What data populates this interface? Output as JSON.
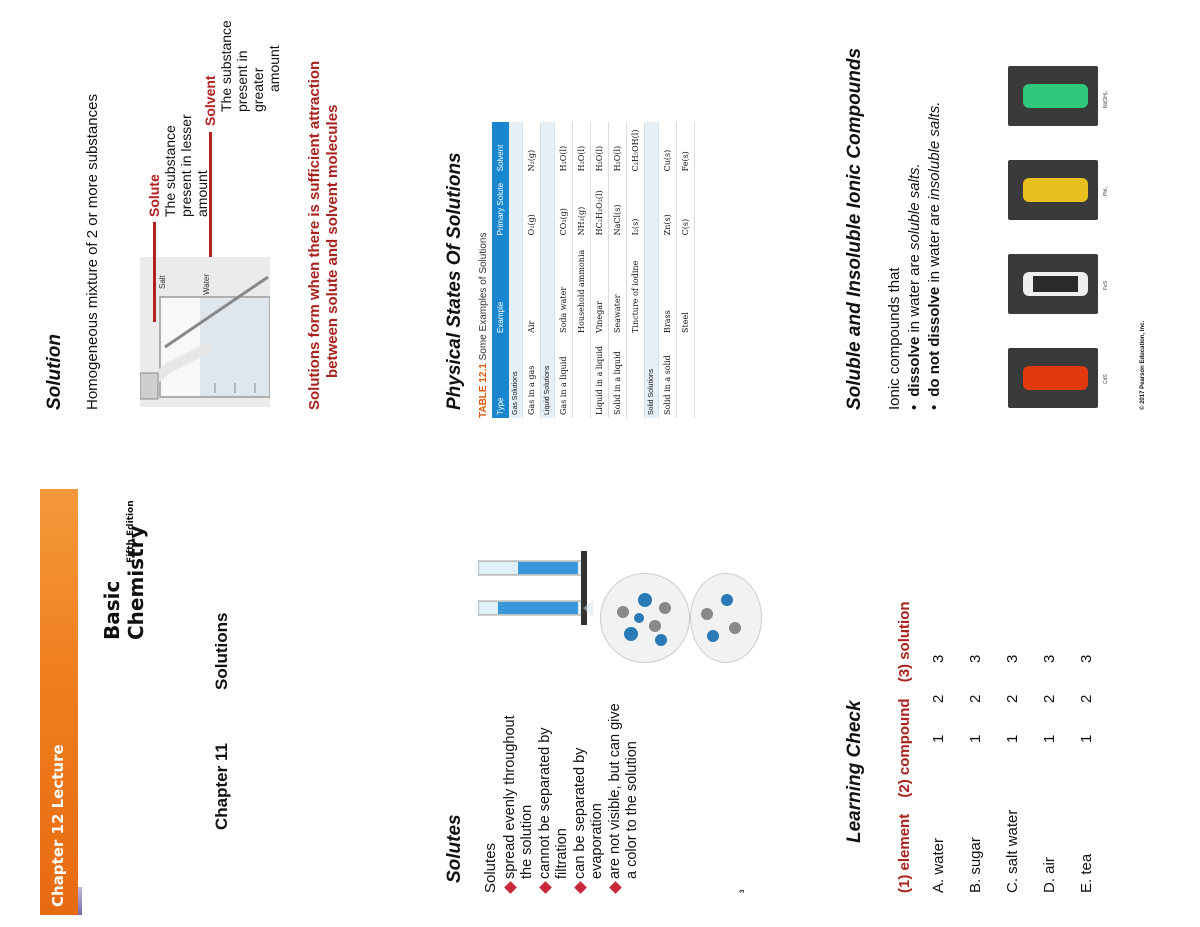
{
  "slide1": {
    "bar_label": "Chapter 12 Lecture",
    "book_title": "Basic Chemistry",
    "edition": "Fifth Edition",
    "chapter": "Chapter 11",
    "chapter_title": "Solutions"
  },
  "slide2": {
    "title": "Solution",
    "definition": "Homogeneous mixture of 2 or more substances",
    "image_labels": {
      "top": "Salt",
      "bottom": "Water"
    },
    "solute": {
      "term": "Solute",
      "desc": [
        "The substance",
        "present in lesser",
        "amount"
      ]
    },
    "solvent": {
      "term": "Solvent",
      "desc": [
        "The substance",
        "present in greater",
        "amount"
      ]
    },
    "note_lines": [
      "Solutions form when there is sufficient attraction",
      "between solute and solvent molecules"
    ]
  },
  "slide3": {
    "title": "Solutes",
    "lead": "Solutes",
    "bullets": [
      "spread evenly throughout the solution",
      "cannot be separated by filtration",
      "can be separated by evaporation",
      "are not visible, but can give a color to the solution"
    ],
    "page_number": "3"
  },
  "slide4": {
    "title": "Physical States Of Solutions",
    "table_label": "TABLE 12.1",
    "table_caption": "Some Examples of Solutions",
    "headers": [
      "Type",
      "Example",
      "Primary Solute",
      "Solvent"
    ],
    "sections": [
      {
        "name": "Gas Solutions",
        "rows": [
          [
            "Gas in a gas",
            "Air",
            "O₂(g)",
            "N₂(g)"
          ]
        ]
      },
      {
        "name": "Liquid Solutions",
        "rows": [
          [
            "Gas in a liquid",
            "Soda water",
            "CO₂(g)",
            "H₂O(l)"
          ],
          [
            "",
            "Household ammonia",
            "NH₃(g)",
            "H₂O(l)"
          ],
          [
            "Liquid in a liquid",
            "Vinegar",
            "HC₂H₃O₂(l)",
            "H₂O(l)"
          ],
          [
            "Solid in a liquid",
            "Seawater",
            "NaCl(s)",
            "H₂O(l)"
          ],
          [
            "",
            "Tincture of iodine",
            "I₂(s)",
            "C₂H₅OH(l)"
          ]
        ]
      },
      {
        "name": "Solid Solutions",
        "rows": [
          [
            "Solid in a solid",
            "Brass",
            "Zn(s)",
            "Cu(s)"
          ],
          [
            "",
            "Steel",
            "C(s)",
            "Fe(s)"
          ]
        ]
      }
    ]
  },
  "slide5": {
    "title": "Learning Check",
    "categories": [
      "(1) element",
      "(2) compound",
      "(3) solution"
    ],
    "items": [
      {
        "label": "A.  water",
        "nums": [
          "1",
          "2",
          "3"
        ]
      },
      {
        "label": "B.  sugar",
        "nums": [
          "1",
          "2",
          "3"
        ]
      },
      {
        "label": "C.  salt water",
        "nums": [
          "1",
          "2",
          "3"
        ]
      },
      {
        "label": "D.  air",
        "nums": [
          "1",
          "2",
          "3"
        ]
      },
      {
        "label": "E.  tea",
        "nums": [
          "1",
          "2",
          "3"
        ]
      }
    ]
  },
  "slide6": {
    "title": "Soluble and Insoluble Ionic Compounds",
    "intro": "Ionic compounds that",
    "bullet1": {
      "bold": "dissolve",
      "rest": " in water are ",
      "ital": "soluble salts."
    },
    "bullet2": {
      "bold": "do not dissolve",
      "rest": " in water are ",
      "ital": "insoluble salts."
    },
    "tube_labels": [
      "CdS",
      "FeS",
      "PbI₂",
      "Ni(OH)₂"
    ],
    "tube_colors": [
      "#e23a10",
      "#2a2a2a",
      "#e8c020",
      "#2ec87a"
    ],
    "copyright": "© 2017 Pearson Education, Inc."
  }
}
